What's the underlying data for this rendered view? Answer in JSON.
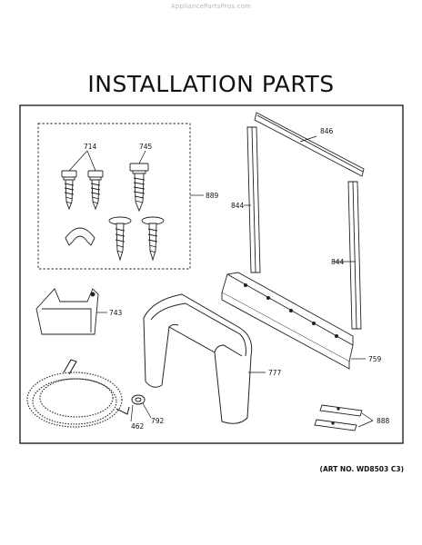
{
  "watermark": "AppliancePartsPros.com",
  "title": "INSTALLATION PARTS",
  "art_number": "(ART NO. WD8503 C3)",
  "callouts": {
    "c714": "714",
    "c745": "745",
    "c889": "889",
    "c846": "846",
    "c844a": "844",
    "c844b": "844",
    "c743": "743",
    "c759": "759",
    "c777": "777",
    "c792": "792",
    "c462": "462",
    "c888": "888"
  }
}
